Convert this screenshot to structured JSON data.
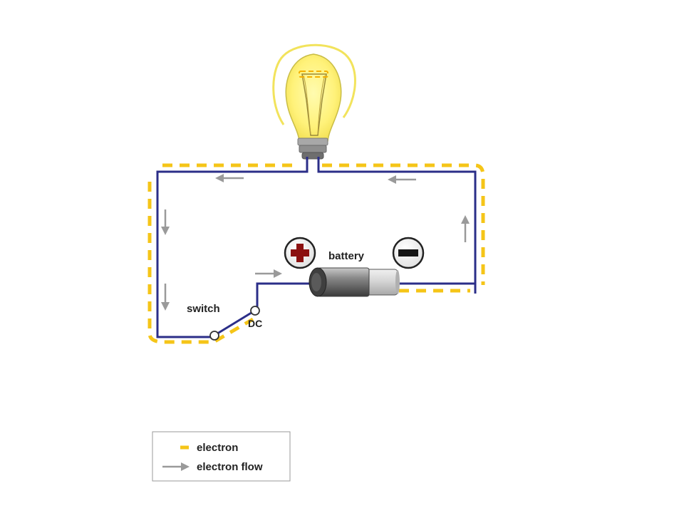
{
  "labels": {
    "battery": "battery",
    "switch": "switch",
    "dc": "DC"
  },
  "legend": {
    "items": [
      {
        "symbol": "electron-dash",
        "label": "electron"
      },
      {
        "symbol": "flow-arrow",
        "label": "electron flow"
      }
    ]
  },
  "terminals": {
    "positive": "+",
    "negative": "−"
  },
  "colors": {
    "wire": "#2b2e88",
    "electron": "#f5c518",
    "arrow": "#9a9a9a",
    "positive_symbol": "#8b1010",
    "bulb_glow": "#fff27a"
  },
  "icons": [
    "light-bulb-icon",
    "battery-icon",
    "plus-icon",
    "minus-icon",
    "switch-icon",
    "arrow-icon"
  ]
}
